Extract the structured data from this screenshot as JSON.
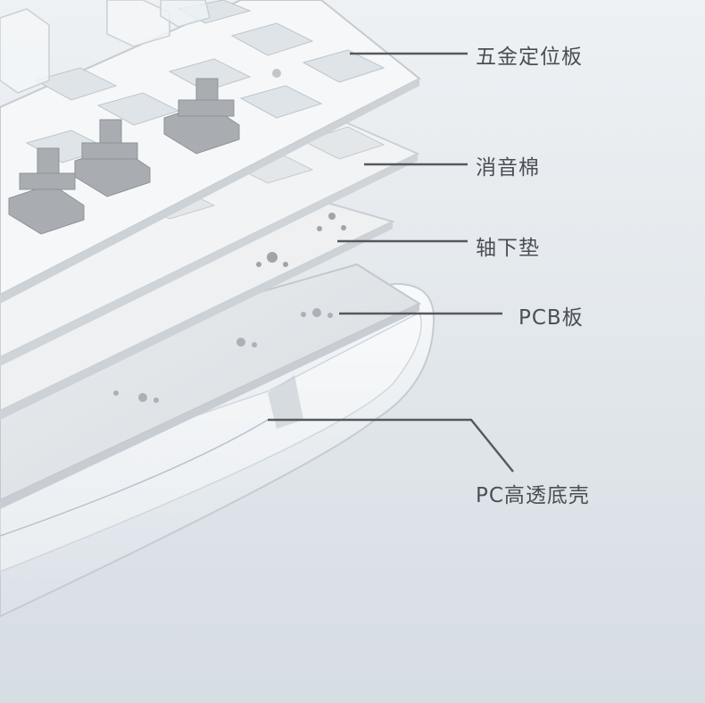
{
  "layers": [
    {
      "label": "五金定位板"
    },
    {
      "label": "消音棉"
    },
    {
      "label": "轴下垫"
    },
    {
      "label": "PCB板"
    },
    {
      "label": "PC高透底壳"
    }
  ],
  "colors": {
    "background_top": "#eef1f4",
    "background_bottom": "#d6dde3",
    "plate": "#f4f5f6",
    "plate_edge": "#c9ced3",
    "switch": "#a8acb0",
    "leader_line": "#55595e",
    "label_text": "#4a4f54"
  }
}
